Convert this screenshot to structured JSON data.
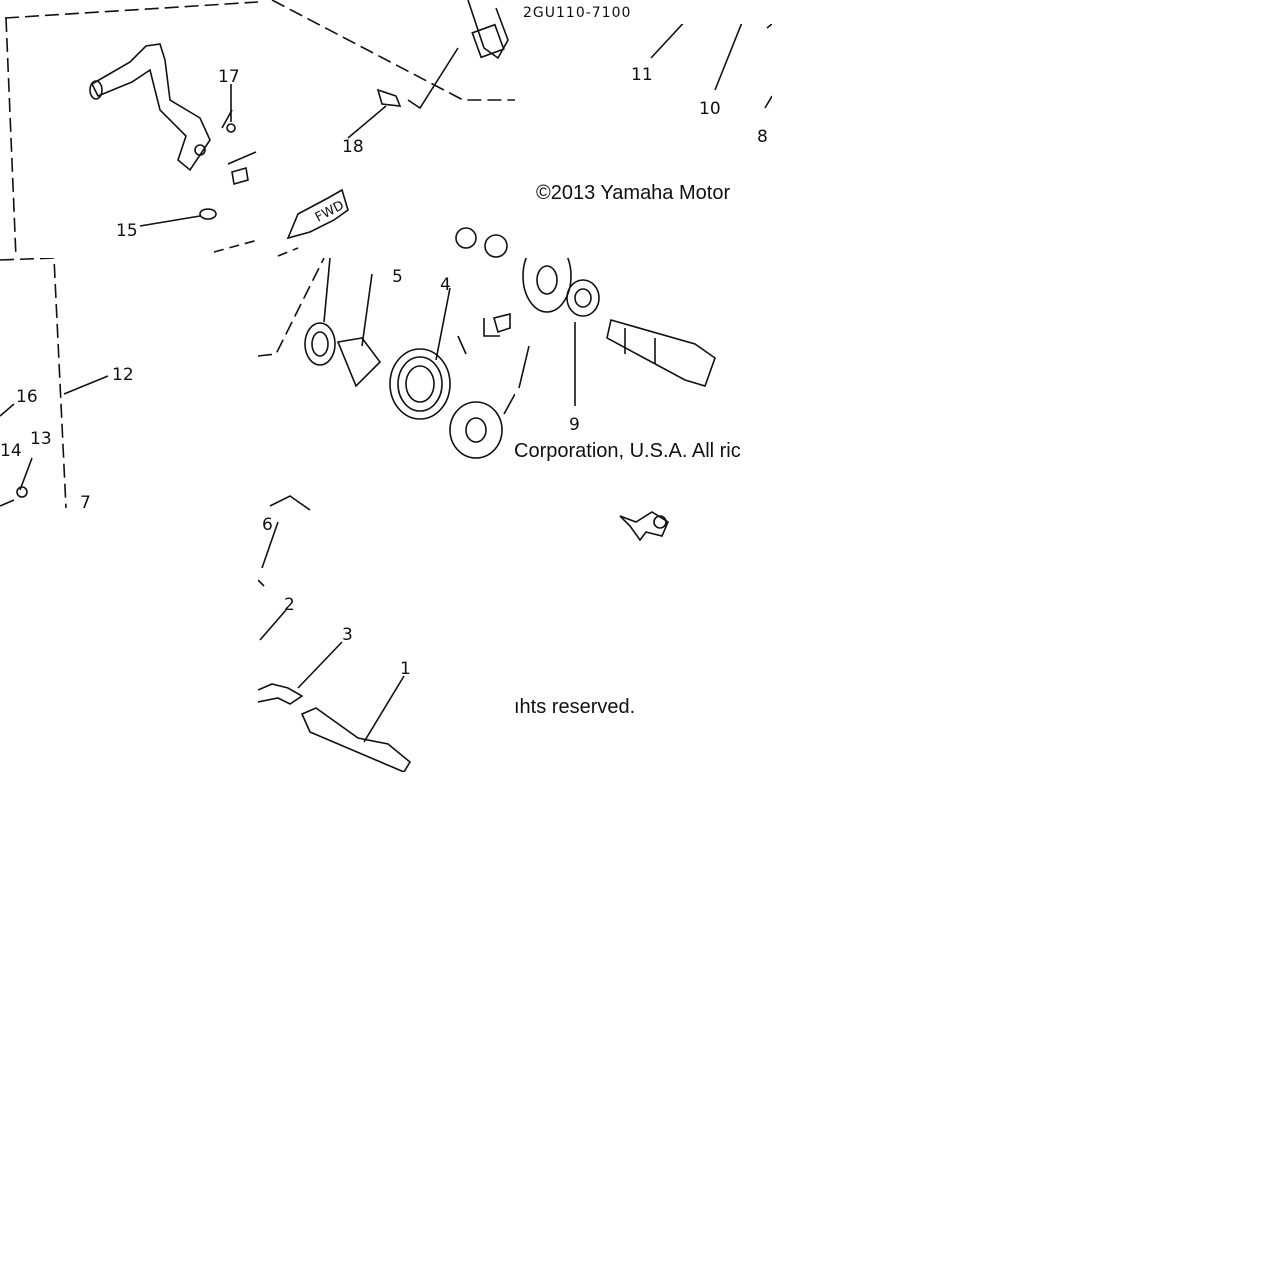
{
  "diagram": {
    "part_code": "2GU110-7100",
    "arrow_label": "FWD",
    "callouts": [
      "1",
      "2",
      "3",
      "4",
      "5",
      "6",
      "7",
      "8",
      "9",
      "10",
      "11",
      "12",
      "13",
      "14",
      "15",
      "16",
      "17",
      "18"
    ]
  },
  "watermark": {
    "line1": "©2013 Yamaha Motor",
    "line2": "Corporation, U.S.A. All ric",
    "line3": "ıhts reserved."
  },
  "colors": {
    "ink": "#111111",
    "background": "#ffffff"
  }
}
